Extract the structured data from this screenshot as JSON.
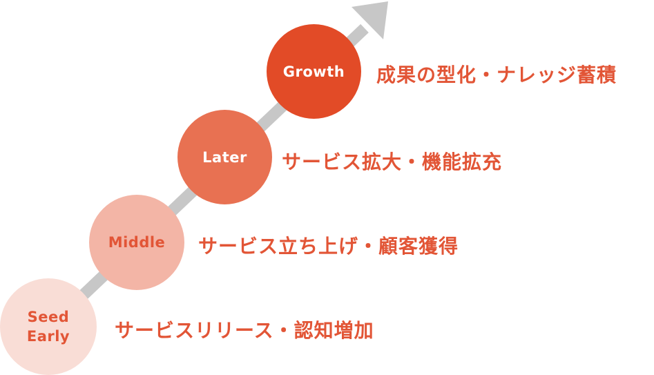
{
  "colors": {
    "arrow": "#c7c7c7",
    "text_accent": "#e25536",
    "seed_fill": "#f9ddd6",
    "middle_fill": "#f3b5a6",
    "later_fill": "#e87152",
    "growth_fill": "#e24b27"
  },
  "stages": [
    {
      "label": "Seed\nEarly",
      "description": "サービスリリース・認知増加"
    },
    {
      "label": "Middle",
      "description": "サービス立ち上げ・顧客獲得"
    },
    {
      "label": "Later",
      "description": "サービス拡大・機能拡充"
    },
    {
      "label": "Growth",
      "description": "成果の型化・ナレッジ蓄積"
    }
  ]
}
